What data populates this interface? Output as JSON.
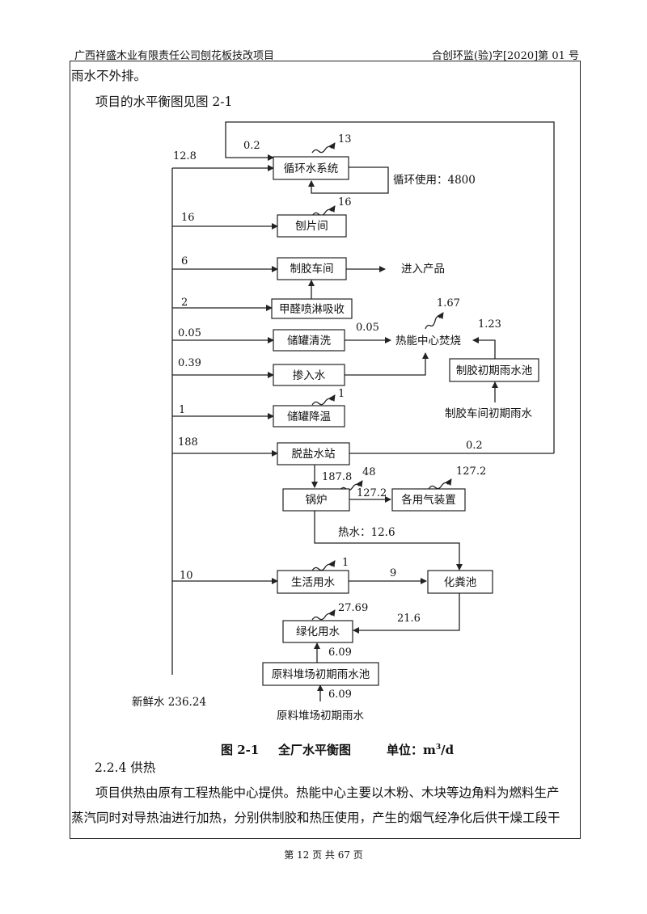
{
  "header": {
    "left": "广西祥盛木业有限责任公司刨花板技改项目",
    "right": "合创环监(验)字[2020]第 01 号"
  },
  "body": {
    "line1": "雨水不外排。",
    "line2": "项目的水平衡图见图 2-1"
  },
  "diagram": {
    "boxes": {
      "circ": "循环水系统",
      "chip": "刨片间",
      "glue": "制胶车间",
      "form": "甲醛喷淋吸收",
      "tankwash": "储罐清洗",
      "mix": "掺入水",
      "glue_rain": "制胶初期雨水池",
      "tankcool": "储罐降温",
      "desalt": "脱盐水站",
      "boiler": "锅炉",
      "gasdev": "各用气装置",
      "domestic": "生活用水",
      "septic": "化粪池",
      "green": "绿化用水",
      "raw_rain": "原料堆场初期雨水池"
    },
    "labels": {
      "product": "进入产品",
      "heatcenter": "热能中心焚烧",
      "circ_use": "循环使用：4800",
      "glue_rain_src": "制胶车间初期雨水",
      "raw_rain_src": "原料堆场初期雨水",
      "fresh": "新鲜水 236.24",
      "hotwater": "热水：12.6"
    },
    "values": {
      "in_circ": "12.8",
      "circ_loop": "0.2",
      "circ_loss": "13",
      "in_chip": "16",
      "chip_loss": "16",
      "in_glue": "6",
      "in_form": "2",
      "in_tankwash": "0.05",
      "tankwash_out": "0.05",
      "heat_loss": "1.67",
      "rain_up": "1.23",
      "in_mix": "0.39",
      "in_tankcool": "1",
      "tankcool_loss": "1",
      "in_desalt": "188",
      "desalt_back": "0.2",
      "to_boiler": "187.8",
      "boiler_loss": "48",
      "to_gas": "127.2",
      "gas_loss": "127.2",
      "in_domestic": "10",
      "domestic_loss": "1",
      "dom_to_septic": "9",
      "septic_to_green": "21.6",
      "green_loss": "27.69",
      "rain_to_green": "6.09",
      "rain_in": "6.09"
    }
  },
  "caption": {
    "fig": "图 2-1",
    "title": "全厂水平衡图",
    "unit_label": "单位：",
    "unit_base": "m",
    "unit_sup": "3",
    "unit_tail": "/d"
  },
  "section": {
    "heading": "2.2.4 供热",
    "line1": "项目供热由原有工程热能中心提供。热能中心主要以木粉、木块等边角料为燃料生产",
    "line2": "蒸汽同时对导热油进行加热，分别供制胶和热压使用，产生的烟气经净化后供干燥工段干"
  },
  "footer": {
    "text": "第 12 页 共 67 页"
  }
}
